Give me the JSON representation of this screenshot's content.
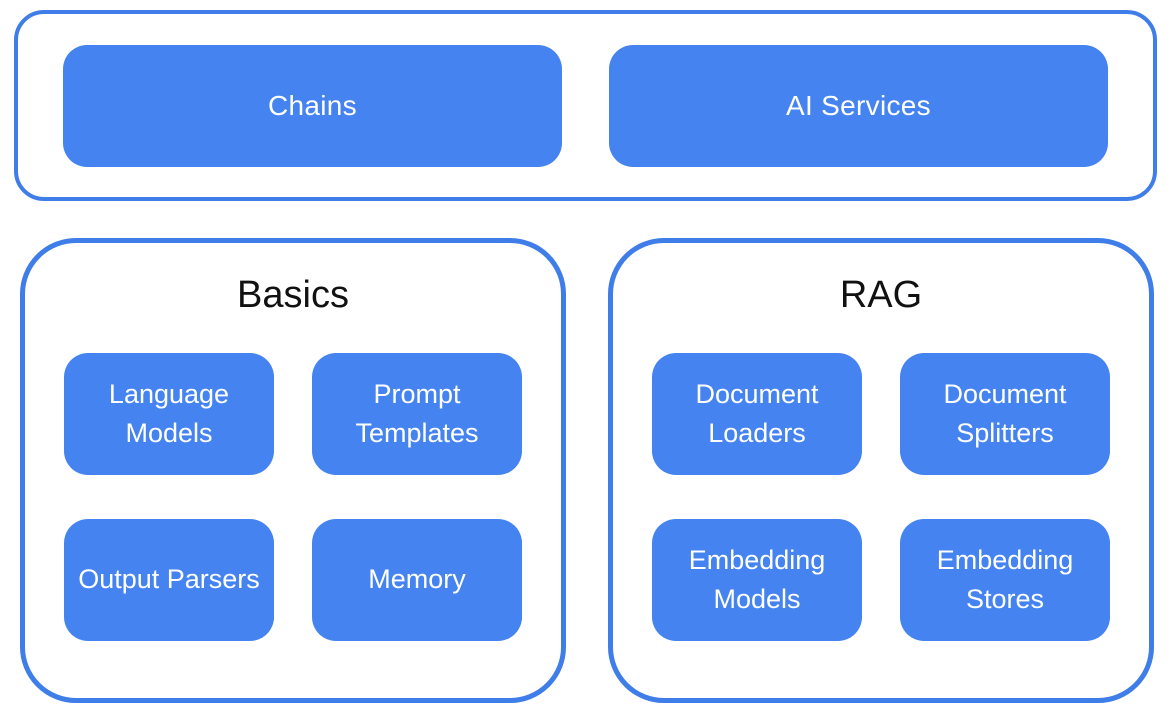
{
  "colors": {
    "box_fill": "#4584f0",
    "container_border": "#3f7ee8",
    "box_text": "#ffffff",
    "title_text": "#111111",
    "background": "#ffffff"
  },
  "top_group": {
    "items": [
      {
        "label": "Chains"
      },
      {
        "label": "AI Services"
      }
    ]
  },
  "groups": [
    {
      "title": "Basics",
      "items": [
        {
          "label": "Language Models"
        },
        {
          "label": "Prompt Templates"
        },
        {
          "label": "Output Parsers"
        },
        {
          "label": "Memory"
        }
      ]
    },
    {
      "title": "RAG",
      "items": [
        {
          "label": "Document Loaders"
        },
        {
          "label": "Document Splitters"
        },
        {
          "label": "Embedding Models"
        },
        {
          "label": "Embedding Stores"
        }
      ]
    }
  ]
}
